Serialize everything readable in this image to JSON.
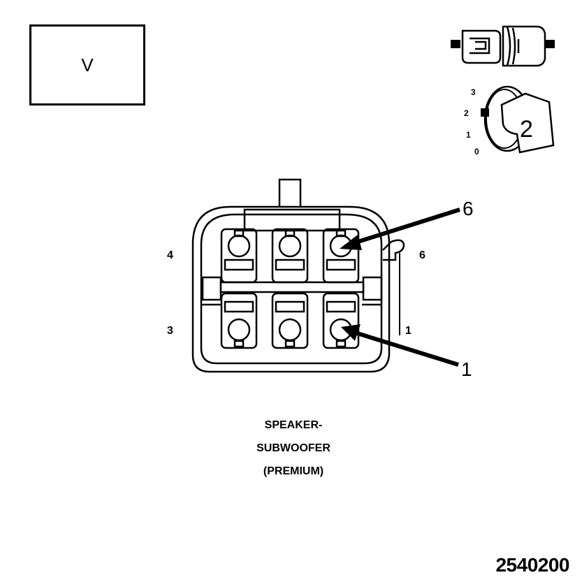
{
  "view_box": {
    "label": "V"
  },
  "lock_indicator": {
    "scale": [
      "3",
      "2",
      "1",
      "0"
    ],
    "position_value": "2"
  },
  "connector": {
    "pin_labels": {
      "top_left": "4",
      "top_right": "6",
      "bottom_left": "3",
      "bottom_right": "1"
    },
    "callouts": {
      "upper": "6",
      "lower": "1"
    }
  },
  "caption": {
    "line1": "SPEAKER-",
    "line2": "SUBWOOFER",
    "line3": "(PREMIUM)"
  },
  "figure_number": "2540200"
}
